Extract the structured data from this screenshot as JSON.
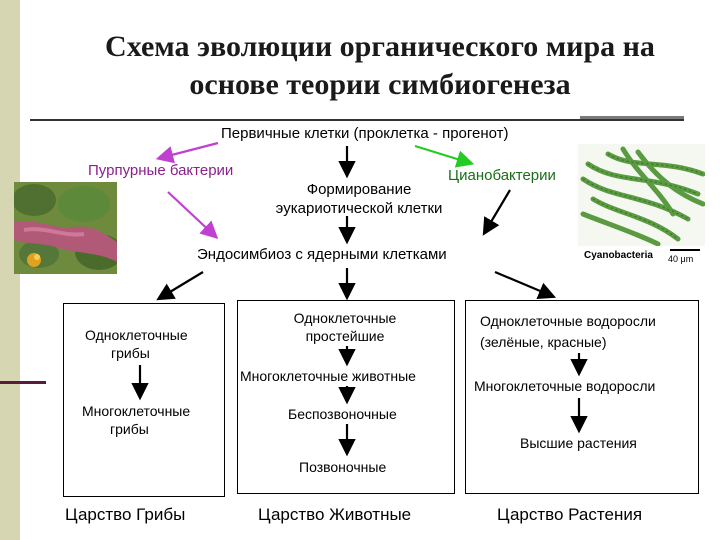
{
  "title_line1": "Схема эволюции органического мира на",
  "title_line2": "основе теории симбиогенеза",
  "primary_cells": "Первичные клетки (проклетка - прогенот)",
  "purple_bacteria": "Пурпурные бактерии",
  "cyanobacteria": "Цианобактерии",
  "eukaryote_line1": "Формирование",
  "eukaryote_line2": "эукариотической клетки",
  "endosymbiosis": "Эндосимбиоз с ядерными клетками",
  "fungi": {
    "uni_line1": "Одноклеточные",
    "uni_line2": "грибы",
    "multi_line1": "Многоклеточные",
    "multi_line2": "грибы",
    "kingdom": "Царство Грибы"
  },
  "animals": {
    "uni_line1": "Одноклеточные",
    "uni_line2": "простейшие",
    "multi": "Многоклеточные животные",
    "invertebrates": "Беспозвоночные",
    "vertebrates": "Позвоночные",
    "kingdom": "Царство Животные"
  },
  "plants": {
    "uni_line1": "Одноклеточные водоросли",
    "uni_line2": "(зелёные, красные)",
    "multi": "Многоклеточные водоросли",
    "higher": "Высшие растения",
    "kingdom": "Царство Растения"
  },
  "photo_right": {
    "caption": "Cyanobacteria",
    "scale": "40 μm"
  },
  "colors": {
    "purple_arrow": "#c040d0",
    "green_arrow": "#22cc22",
    "black_arrow": "#000000"
  }
}
